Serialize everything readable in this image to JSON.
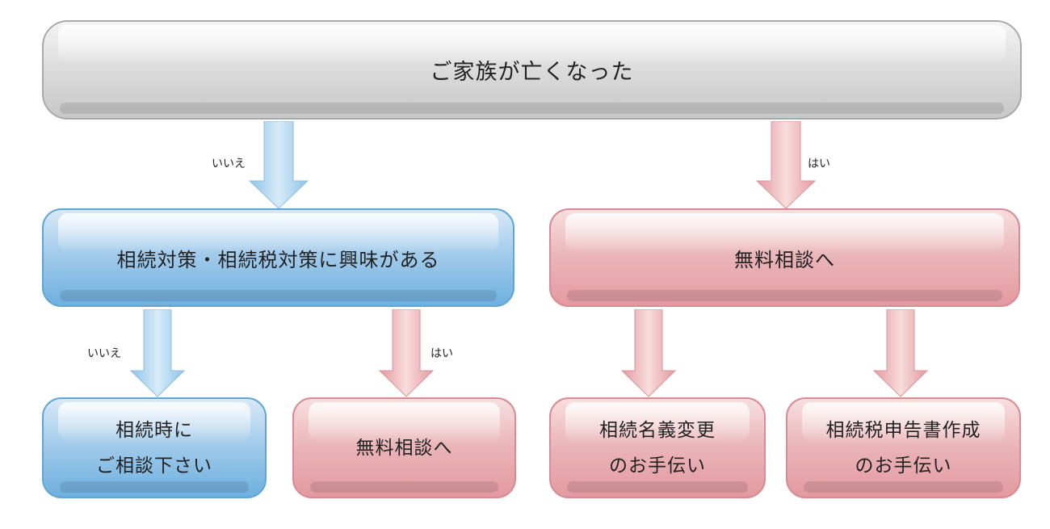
{
  "top": {
    "text": "ご家族が亡くなった"
  },
  "arrows": {
    "no_label": "いいえ",
    "yes_label": "はい"
  },
  "left_question": {
    "text": "相続対策・相続税対策に興味がある"
  },
  "right_consult": {
    "text": "無料相談へ"
  },
  "bottom": {
    "consult_later_line1": "相続時に",
    "consult_later_line2": "ご相談下さい",
    "free_consult": "無料相談へ",
    "name_change_line1": "相続名義変更",
    "name_change_line2": "のお手伝い",
    "tax_return_line1": "相続税申告書作成",
    "tax_return_line2": "のお手伝い"
  },
  "colors": {
    "no_path": "#7ab8e3",
    "yes_path": "#e6a0a6",
    "root": "#d9d9d9"
  }
}
